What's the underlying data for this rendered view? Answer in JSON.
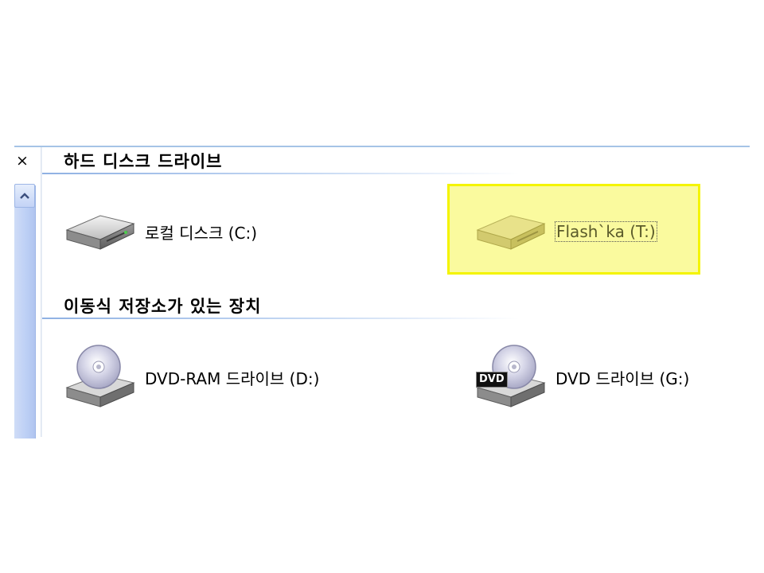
{
  "left_pane": {
    "close_symbol": "×"
  },
  "sections": {
    "hard_disks": {
      "title": "하드 디스크 드라이브",
      "drives": [
        {
          "label": "로컬 디스크 (C:)",
          "icon": "hard-disk-icon",
          "selected": false
        },
        {
          "label": "Flash`ka (T:)",
          "icon": "hard-disk-icon",
          "selected": true
        }
      ]
    },
    "removable": {
      "title": "이동식 저장소가 있는 장치",
      "drives": [
        {
          "label": "DVD-RAM 드라이브 (D:)",
          "icon": "cd-drive-icon",
          "badge": ""
        },
        {
          "label": "DVD 드라이브 (G:)",
          "icon": "dvd-drive-icon",
          "badge": "DVD"
        }
      ]
    }
  },
  "colors": {
    "selection_fill": "#fafa9e",
    "selection_border": "#f4f400",
    "section_line": "#8fb1e3",
    "scrollbar": "#bccff5"
  }
}
